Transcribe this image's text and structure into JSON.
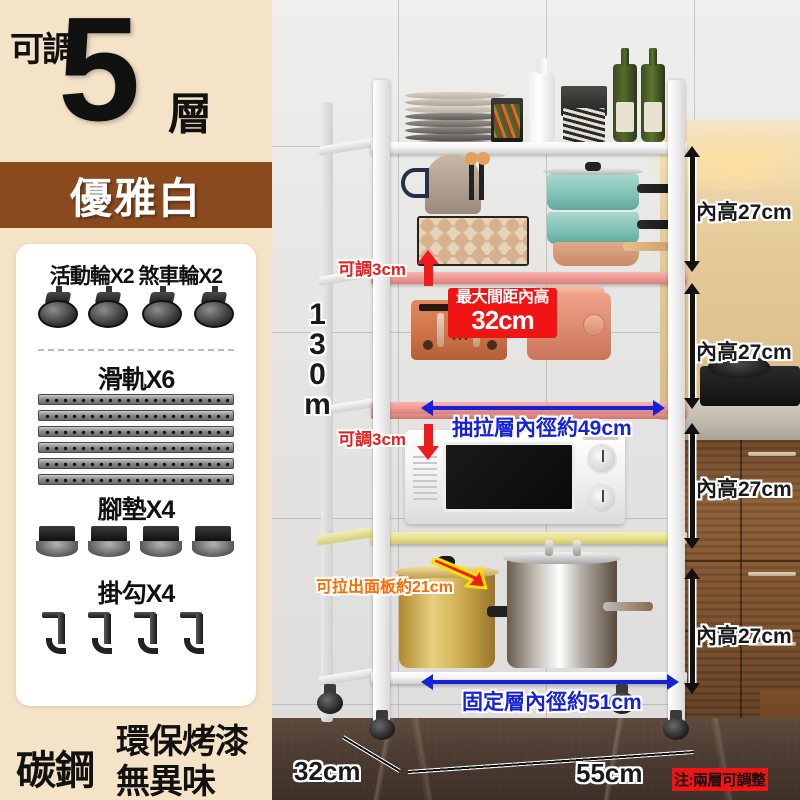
{
  "panel": {
    "headline_prefix": "可調",
    "headline_number": "5",
    "headline_suffix": "層",
    "banner_text": "優雅白",
    "accessories": [
      {
        "label": "活動輪X2 煞車輪X2",
        "icon": "caster-wheel-icon",
        "count": 4
      },
      {
        "label": "滑軌X6",
        "icon": "slide-rail-icon",
        "count": 6
      },
      {
        "label": "腳墊X4",
        "icon": "foot-pad-icon",
        "count": 4
      },
      {
        "label": "掛勾X4",
        "icon": "hook-icon",
        "count": 4
      }
    ],
    "material": "碳鋼",
    "finish_line1": "環保烤漆",
    "finish_line2": "無異味"
  },
  "annotations": {
    "total_height": "130m",
    "adjustable_up": "可調3cm",
    "adjustable_down": "可調3cm",
    "max_gap_label": "最大間距內高",
    "max_gap_value": "32cm",
    "pullout_width": "抽拉層內徑約49cm",
    "fixed_width": "固定層內徑約51cm",
    "pullout_panel": "可拉出面板約21cm",
    "inner_heights": [
      "內高27cm",
      "內高27cm",
      "內高27cm",
      "內高27cm"
    ],
    "depth": "32cm",
    "width": "55cm",
    "footnote": "注:兩層可調整"
  },
  "colors": {
    "panel_bg": "#f5e3c8",
    "banner_brown": "#8a4a1e",
    "alert_red": "#f01414",
    "dim_blue": "#1622d8",
    "pullout_orange": "#ff6a00",
    "shelf_white": "#ffffff",
    "shelf_pink": "#ef9b95",
    "shelf_yellow": "#e6e08e"
  },
  "scene": {
    "shelves": [
      {
        "name": "top-shelf",
        "contents": [
          "stacked-plates",
          "spice-jars",
          "white-bottle",
          "olive-oil-bottles"
        ]
      },
      {
        "name": "second-shelf",
        "contents": [
          "egg-wire-basket",
          "teal-pots",
          "pink-frying-pan"
        ]
      },
      {
        "name": "pullout-shelf",
        "contents": [
          "coral-toaster",
          "coral-rice-cooker"
        ]
      },
      {
        "name": "microwave-shelf",
        "contents": [
          "white-microwave"
        ]
      },
      {
        "name": "bottom-shelf",
        "contents": [
          "gold-stockpot",
          "steel-stockpot"
        ]
      }
    ]
  }
}
